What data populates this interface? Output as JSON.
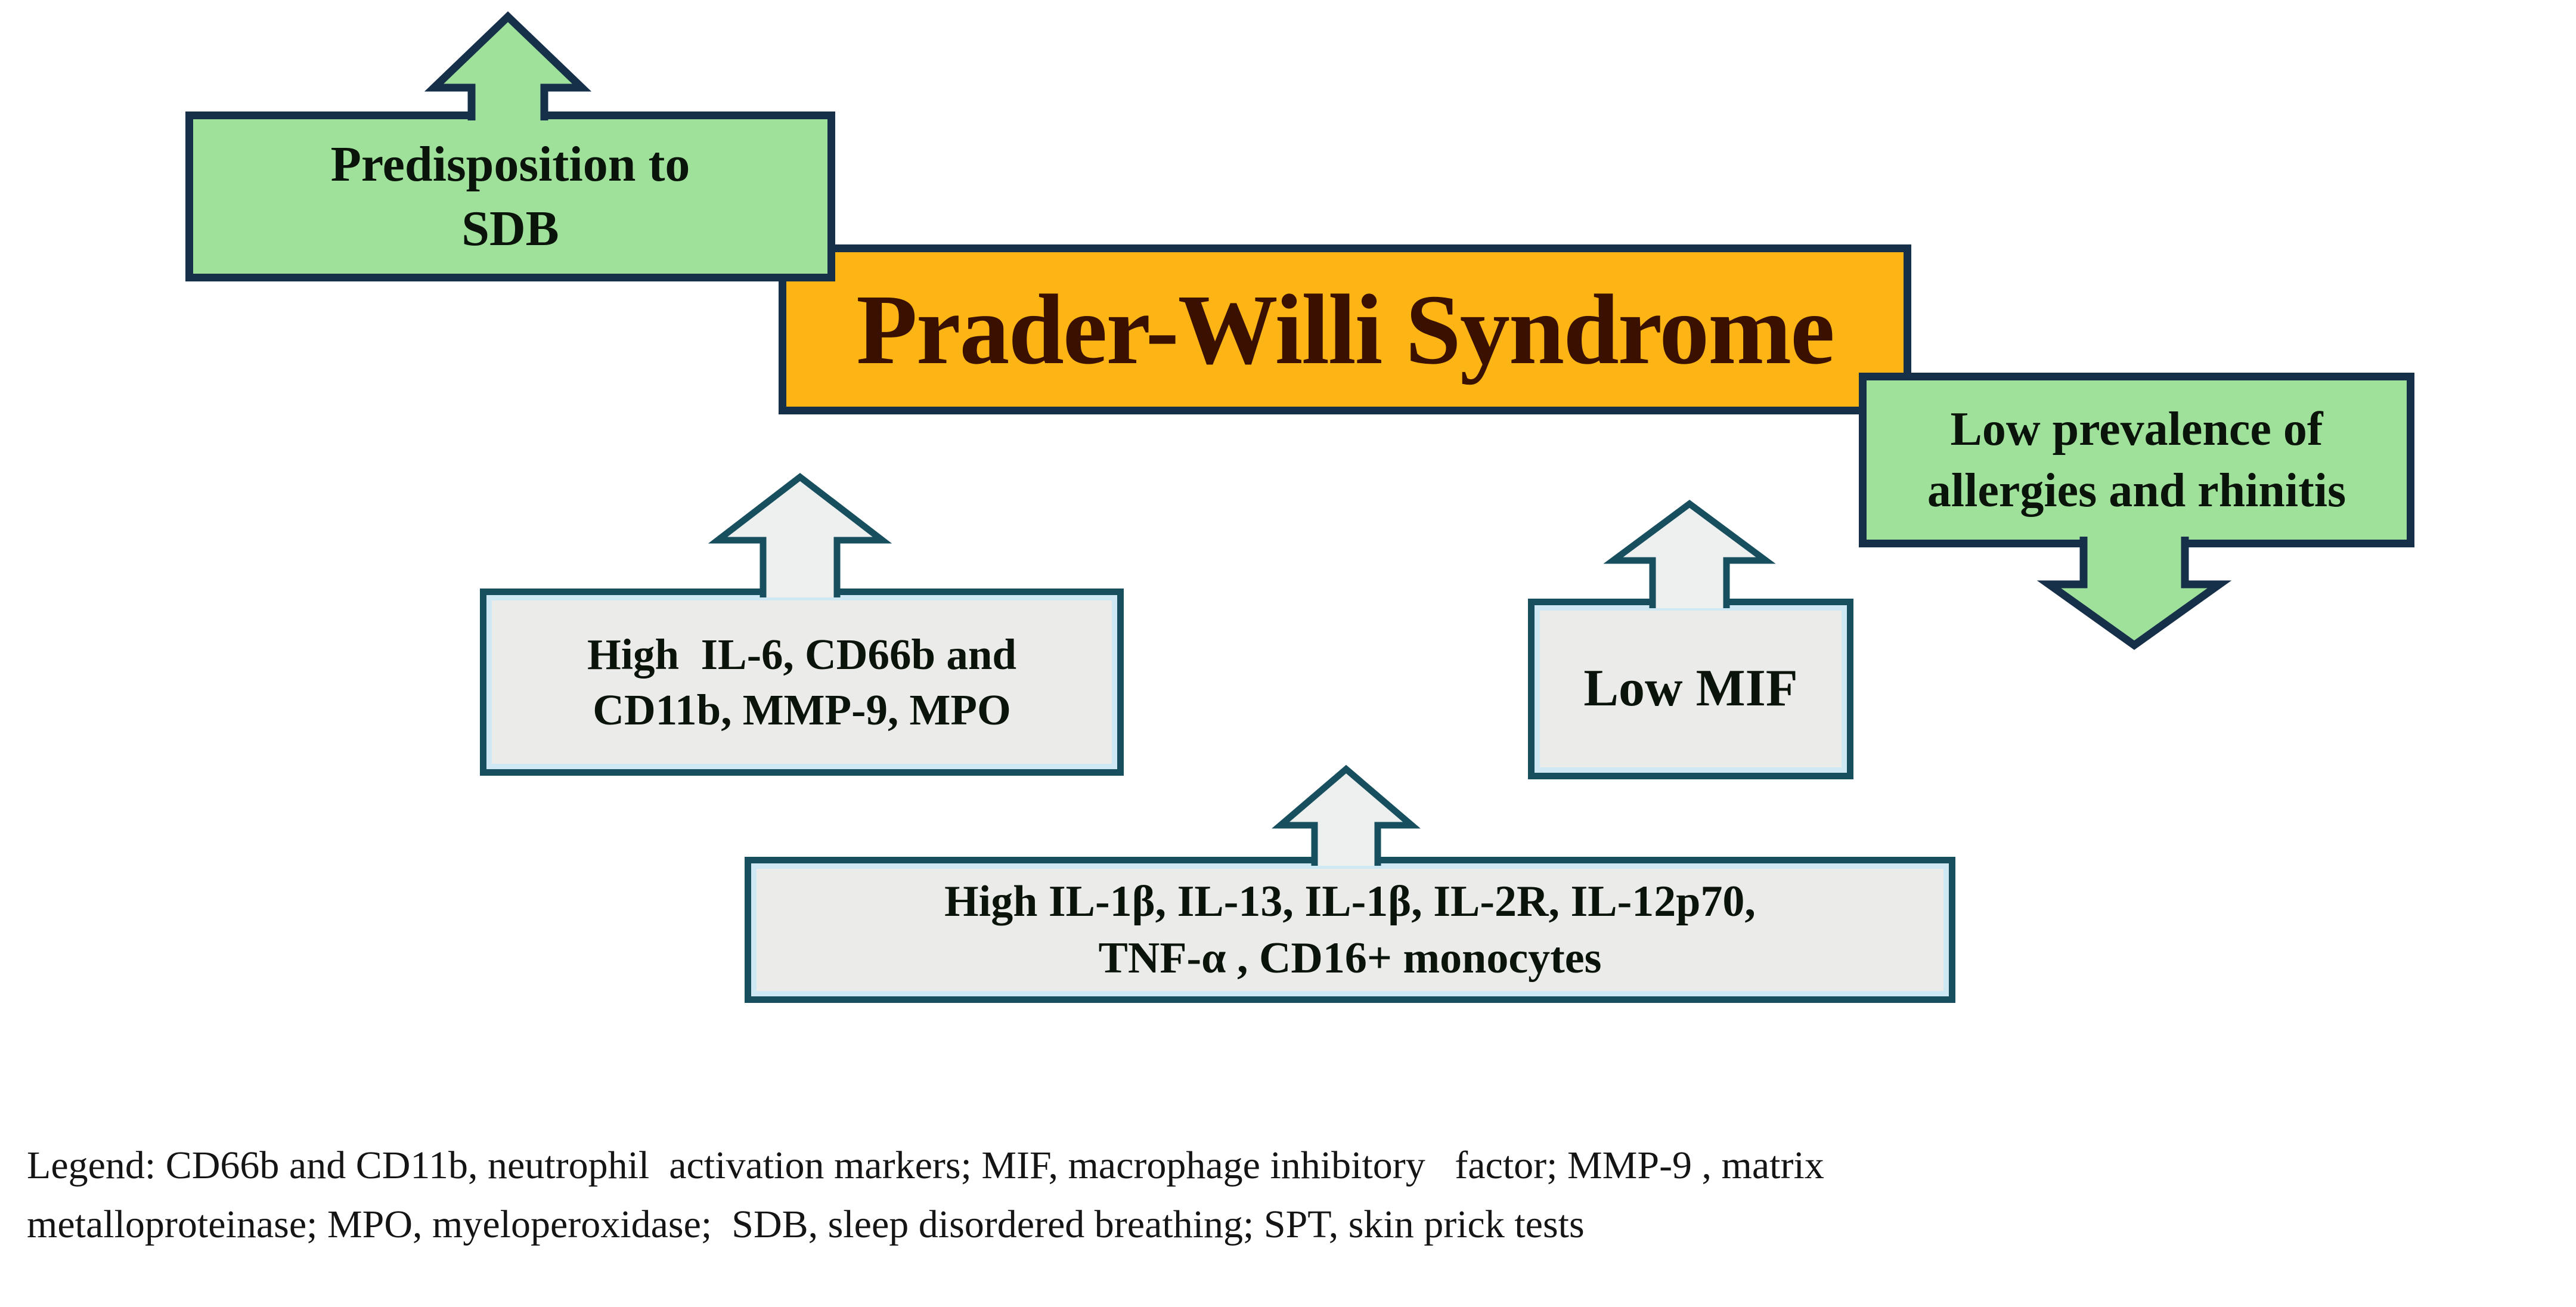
{
  "colors": {
    "green-fill": "#9fe19b",
    "dark-border": "#16304a",
    "orange-fill": "#fcb515",
    "orange-text": "#3a1000",
    "gray-fill": "#ebecea",
    "gray-arrow-fill": "#eef0ef",
    "teal-border": "#174f5e",
    "teal-highlight": "#cfe9f4",
    "box-text": "#0a140a",
    "legend-text": "#151515"
  },
  "boxes": {
    "title": {
      "label": "Prader-Willi Syndrome"
    },
    "predisposition": {
      "label": "Predisposition to\nSDB"
    },
    "low_prevalence": {
      "label": "Low prevalence of\nallergies and rhinitis"
    },
    "neutrophil": {
      "label": "High  IL-6, CD66b and\nCD11b, MMP-9, MPO"
    },
    "low_mif": {
      "label": "Low MIF"
    },
    "cytokines": {
      "label": "High IL-1β, IL-13, IL-1β, IL-2R, IL-12p70,\nTNF-α , CD16+ monocytes"
    }
  },
  "legend": {
    "text": "Legend: CD66b and CD11b, neutrophil  activation markers; MIF, macrophage inhibitory   factor; MMP-9 , matrix\nmetalloproteinase; MPO, myeloperoxidase;  SDB, sleep disordered breathing; SPT, skin prick tests"
  }
}
